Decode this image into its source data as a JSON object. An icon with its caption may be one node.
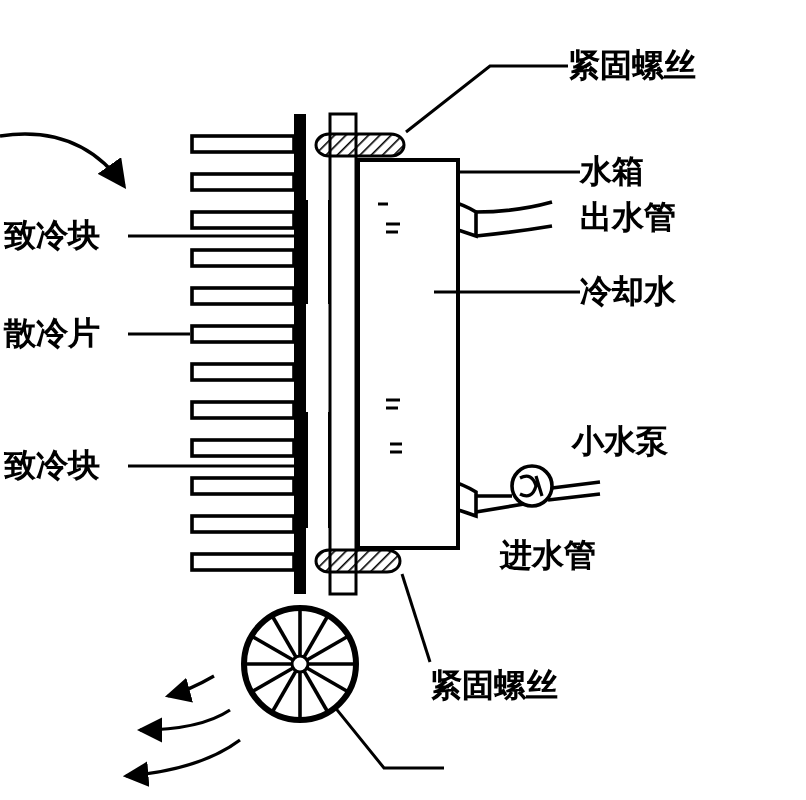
{
  "diagram": {
    "nodes": [
      {
        "text": [
          "紧固螺丝"
        ]
      },
      {
        "text": [
          "水箱"
        ]
      },
      {
        "text": [
          "冷却水"
        ]
      },
      {
        "text": [
          "致冷块"
        ]
      },
      {
        "text": [
          "散冷片"
        ]
      },
      {
        "text": [
          "致冷块"
        ]
      },
      {
        "text": [
          "紧固螺丝"
        ]
      },
      {
        "text": [],
        "shape": "bar"
      },
      {
        "text": [],
        "shape": "box"
      },
      {
        "text": [],
        "shape": "box",
        "in": 8
      },
      {
        "text": [],
        "shape": "box"
      },
      {
        "text": [],
        "shape": "box"
      },
      {
        "text": [],
        "shape": "bar"
      },
      {
        "text": [],
        "shape": "bar"
      },
      {
        "text": [],
        "shape": "circle"
      }
    ],
    "edges": [
      {
        "from": 0,
        "to": 7,
        "arrow": "none"
      },
      {
        "from": 1,
        "to": 8,
        "arrow": "none"
      },
      {
        "from": 2,
        "to": 9,
        "arrow": "none"
      },
      {
        "from": 3,
        "to": 10,
        "arrow": "none"
      },
      {
        "from": 4,
        "to": 12,
        "arrow": "none"
      },
      {
        "from": 5,
        "to": 11,
        "arrow": "none"
      },
      {
        "from": 6,
        "to": 13,
        "arrow": "none"
      },
      {
        "from": 14,
        "to": null,
        "arrow": "none"
      }
    ],
    "labels": [
      "出水管",
      "小水泵",
      "进水管"
    ]
  }
}
